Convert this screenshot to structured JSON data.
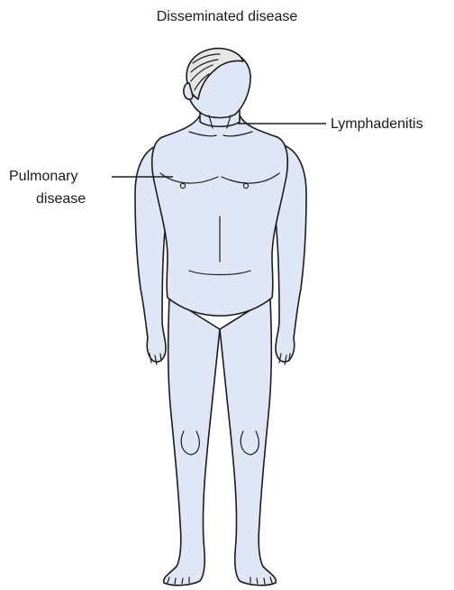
{
  "title": "Disseminated disease",
  "labels": {
    "lymphadenitis": "Lymphadenitis",
    "pulmonary_line1": "Pulmonary",
    "pulmonary_line2": "disease"
  },
  "colors": {
    "skin": "#dfe7f7",
    "outline": "#1c1c1c",
    "hair": "#e6e6e6",
    "leader": "#1c1c1c"
  }
}
